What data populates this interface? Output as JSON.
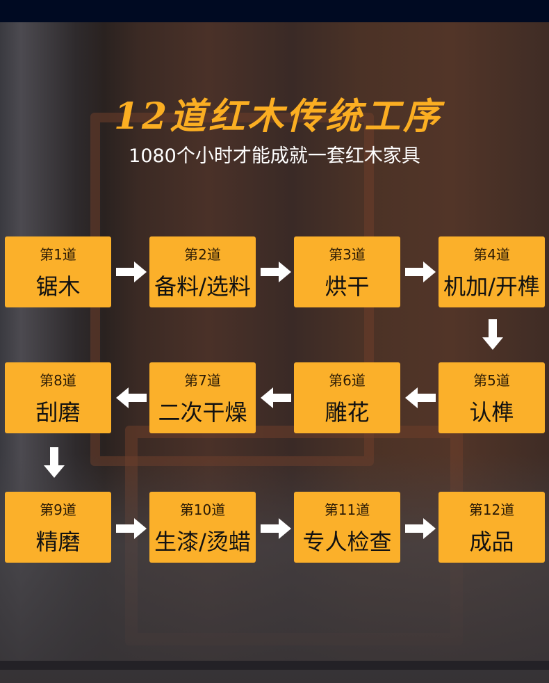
{
  "title": "12道红木传统工序",
  "subtitle": "1080个小时才能成就一套红木家具",
  "accent_color": "#fbb02a",
  "steps": [
    {
      "step": "第1道",
      "name": "锯木"
    },
    {
      "step": "第2道",
      "name": "备料/选料"
    },
    {
      "step": "第3道",
      "name": "烘干"
    },
    {
      "step": "第4道",
      "name": "机加/开榫"
    },
    {
      "step": "第5道",
      "name": "认榫"
    },
    {
      "step": "第6道",
      "name": "雕花"
    },
    {
      "step": "第7道",
      "name": "二次干燥"
    },
    {
      "step": "第8道",
      "name": "刮磨"
    },
    {
      "step": "第9道",
      "name": "精磨"
    },
    {
      "step": "第10道",
      "name": "生漆/烫蜡"
    },
    {
      "step": "第11道",
      "name": "专人检查"
    },
    {
      "step": "第12道",
      "name": "成品"
    }
  ]
}
